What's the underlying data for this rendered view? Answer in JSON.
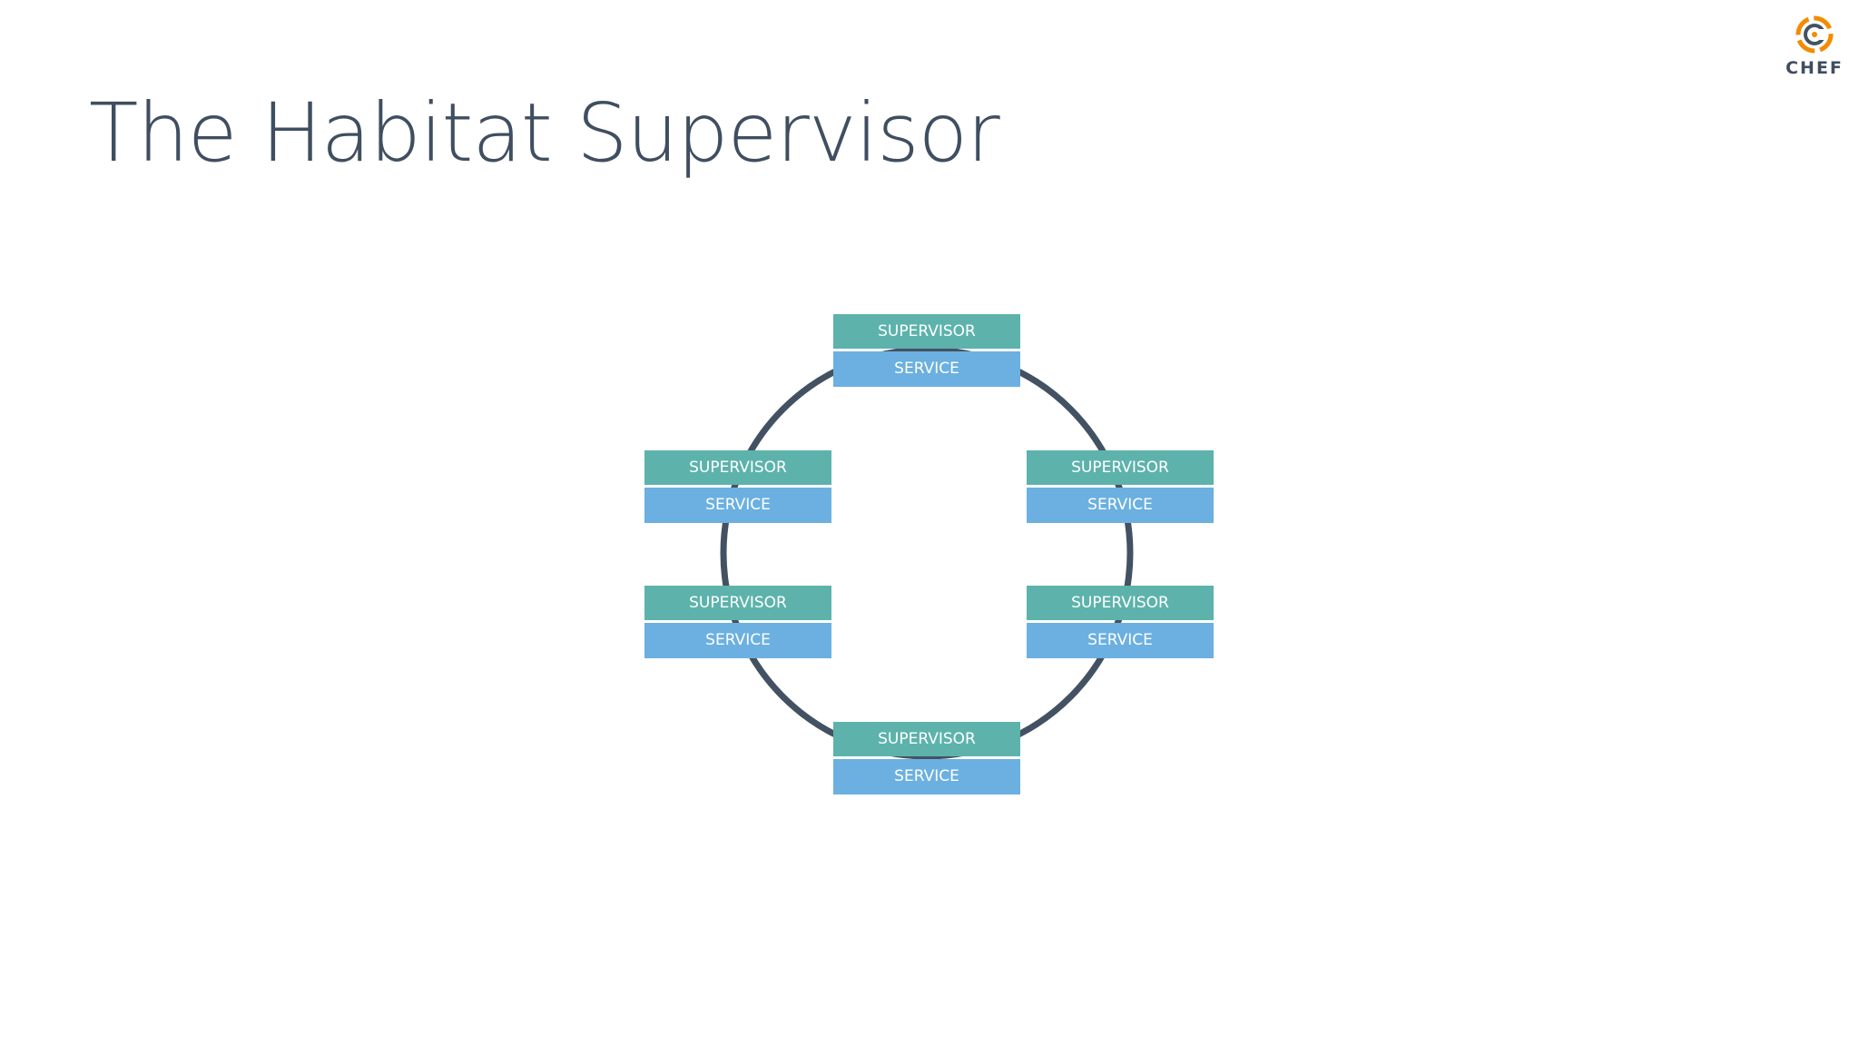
{
  "slide": {
    "title": "The Habitat Supervisor"
  },
  "logo": {
    "text": "CHEF",
    "colors": {
      "ring": "#f38b00",
      "ring_dark": "#435363"
    }
  },
  "diagram": {
    "ring_color": "#435262",
    "nodes": [
      {
        "top_label": "SUPERVISOR",
        "bottom_label": "SERVICE"
      },
      {
        "top_label": "SUPERVISOR",
        "bottom_label": "SERVICE"
      },
      {
        "top_label": "SUPERVISOR",
        "bottom_label": "SERVICE"
      },
      {
        "top_label": "SUPERVISOR",
        "bottom_label": "SERVICE"
      },
      {
        "top_label": "SUPERVISOR",
        "bottom_label": "SERVICE"
      },
      {
        "top_label": "SUPERVISOR",
        "bottom_label": "SERVICE"
      }
    ],
    "colors": {
      "supervisor": "#5db3ac",
      "service": "#6bb0e0"
    }
  }
}
